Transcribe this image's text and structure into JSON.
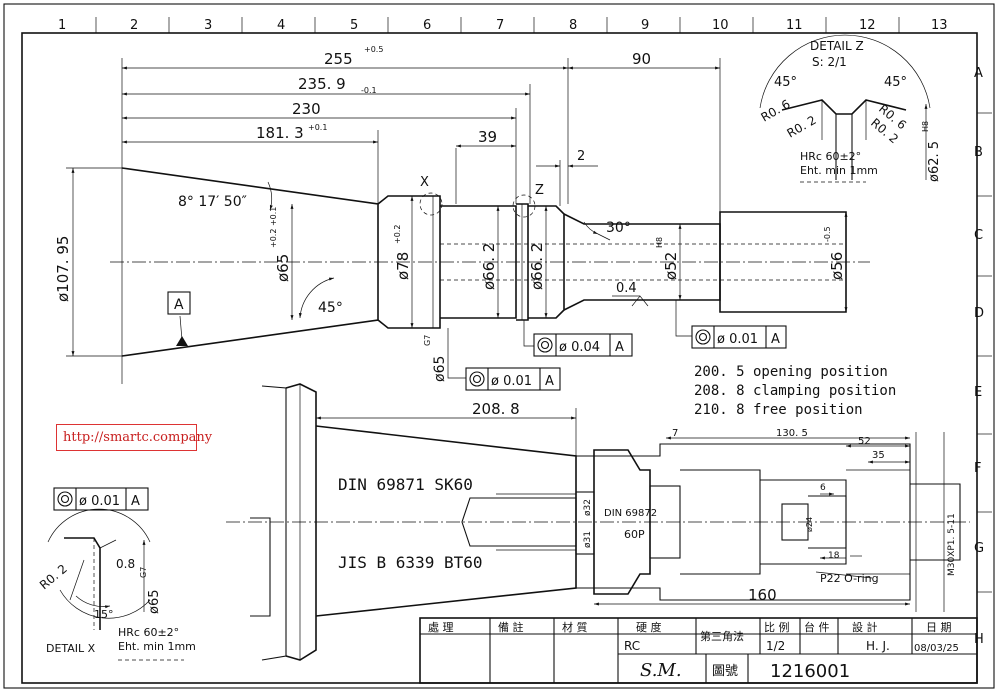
{
  "grid": {
    "columns": [
      "1",
      "2",
      "3",
      "4",
      "5",
      "6",
      "7",
      "8",
      "9",
      "10",
      "11",
      "12",
      "13"
    ],
    "rows": [
      "A",
      "B",
      "C",
      "D",
      "E",
      "F",
      "G",
      "H"
    ]
  },
  "dimensions": {
    "d255": "255",
    "d255_tol": "+0.5",
    "d2359": "235. 9",
    "d2359_tol": "-0.1",
    "d230": "230",
    "d1813": "181. 3",
    "d1813_tol": "+0.1",
    "d39": "39",
    "d90": "90",
    "d2": "2",
    "angle_taper": "8° 17′ 50″",
    "dia10795": "ø107. 95",
    "dia65": "ø65",
    "dia65_tol": "+0.2 +0.1",
    "dia78": "ø78",
    "dia78_tol": "+0.2",
    "dia662a": "ø66. 2",
    "dia662b": "ø66. 2",
    "dia52": "ø52",
    "dia52_tol": "H8",
    "dia56": "ø56",
    "dia56_tol": "-0.5",
    "angle30": "30°",
    "val04": "0.4",
    "angle45": "45°",
    "dia65g7": "ø65",
    "dia65g7_tol": "G7",
    "d2088": "208. 8",
    "d1305": "130. 5",
    "d7": "7",
    "d52": "52",
    "d35": "35",
    "d6": "6",
    "d18": "18",
    "d160": "160",
    "dia32": "ø32",
    "dia31": "ø31",
    "dia24": "ø24",
    "m30": "M30XP1. 5-11",
    "p60": "60P",
    "din69872": "DIN 69872",
    "oring": "P22 O-ring"
  },
  "labels": {
    "datum": "A",
    "view_x": "X",
    "view_z": "Z"
  },
  "tolerances": {
    "t1": {
      "value": "ø 0.04",
      "datum": "A"
    },
    "t2": {
      "value": "ø 0.01",
      "datum": "A"
    },
    "t3": {
      "value": "ø 0.01",
      "datum": "A"
    },
    "t4": {
      "value": "ø 0.01",
      "datum": "A"
    }
  },
  "positions": {
    "line1": "200. 5  opening position",
    "line2": "208. 8  clamping position",
    "line3": "210. 8  free position"
  },
  "standards": {
    "din": "DIN 69871  SK60",
    "jis": "JIS B 6339    BT60"
  },
  "detail_z": {
    "title": "DETAIL Z",
    "scale": "S: 2/1",
    "angle_left": "45°",
    "angle_right": "45°",
    "r_left1": "R0. 6",
    "r_left2": "R0. 2",
    "r_right1": "R0. 6",
    "r_right2": "R0. 2",
    "dia": "ø62. 5",
    "dia_tol": "H8",
    "hrc": "HRc 60±2°",
    "eht": "Eht. min 1mm"
  },
  "detail_x": {
    "title": "DETAIL X",
    "r": "R0. 2",
    "v08": "0.8",
    "angle": "15°",
    "dia": "ø65",
    "dia_tol": "G7",
    "hrc": "HRc 60±2°",
    "eht": "Eht. min 1mm"
  },
  "link": "http://smartc.company",
  "title_block": {
    "h1": "處  理",
    "h2": "備  註",
    "h3": "材  質",
    "h4": "硬  度",
    "h5": "第三角法",
    "h6": "比 例",
    "h7": "台 件",
    "h8": "設  計",
    "h9": "日 期",
    "hardness": "RC",
    "scale": "1/2",
    "designer": "H. J.",
    "date": "08/03/25",
    "company": "S.M.",
    "drawing_no_label": "圖號",
    "drawing_no": "1216001"
  }
}
